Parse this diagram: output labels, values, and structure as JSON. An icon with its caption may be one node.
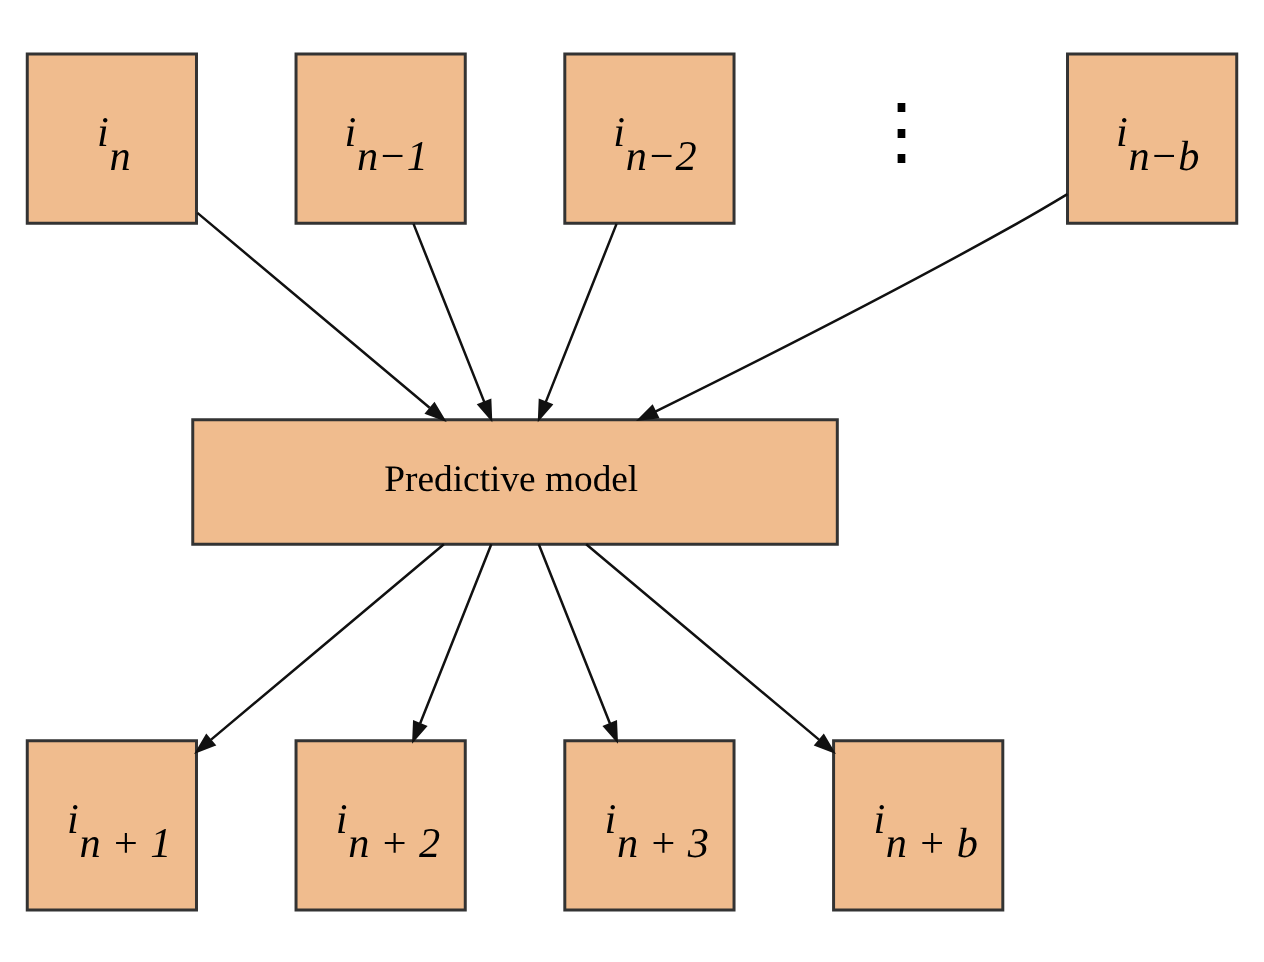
{
  "diagram": {
    "nodes": [
      {
        "text": [
          "i$_{n}$"
        ]
      },
      {
        "text": [
          "i$_{n−1}$"
        ]
      },
      {
        "text": [
          "i$_{n−2}$"
        ]
      },
      {
        "text": [
          "i$_{n−b}$"
        ]
      },
      {
        "text": [
          "Predictive model"
        ]
      },
      {
        "text": [
          "i$_{n + 1}$"
        ]
      },
      {
        "text": [
          "i$_{n + 2}$"
        ]
      },
      {
        "text": [
          "i$_{n + 3}$"
        ]
      },
      {
        "text": [
          "i$_{n + b}$"
        ]
      }
    ],
    "edges": [
      {
        "from": 0,
        "to": 4,
        "arrow": "to"
      },
      {
        "from": 1,
        "to": 4,
        "arrow": "to"
      },
      {
        "from": 2,
        "to": 4,
        "arrow": "to"
      },
      {
        "from": 3,
        "to": 4,
        "arrow": "to"
      },
      {
        "from": 4,
        "to": 5,
        "arrow": "to"
      },
      {
        "from": 4,
        "to": 6,
        "arrow": "to"
      },
      {
        "from": 4,
        "to": 7,
        "arrow": "to"
      },
      {
        "from": 4,
        "to": 8,
        "arrow": "to"
      }
    ],
    "labels": [
      "⋮"
    ]
  }
}
